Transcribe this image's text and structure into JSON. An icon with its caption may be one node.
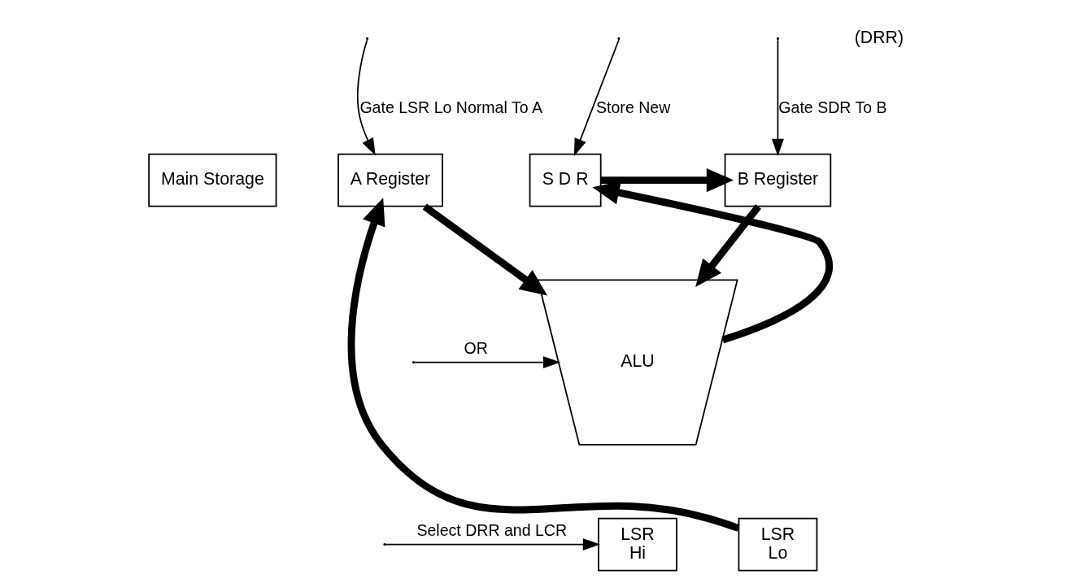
{
  "diagram": {
    "nodes": [
      {
        "text": [
          "Main Storage"
        ]
      },
      {
        "text": [
          "S D R"
        ]
      },
      {
        "text": [
          "B Register"
        ]
      },
      {
        "text": [
          "A Register"
        ]
      },
      {
        "text": [
          "ALU"
        ]
      },
      {
        "text": [
          "LSR",
          "Hi"
        ]
      },
      {
        "text": [
          "LSR",
          "Lo"
        ]
      }
    ],
    "edges": [
      {
        "from": null,
        "to": 2,
        "arrow": "to",
        "label": "Gate SDR To B"
      },
      {
        "from": null,
        "to": 3,
        "arrow": "to",
        "label": "Gate LSR Lo Normal To A"
      },
      {
        "from": 1,
        "to": 2,
        "arrow": "to",
        "style": "thick"
      },
      {
        "from": null,
        "to": 1,
        "arrow": "to",
        "label": "Store New"
      },
      {
        "from": 2,
        "to": 4,
        "arrow": "to",
        "style": "thick"
      },
      {
        "from": 3,
        "to": 4,
        "arrow": "to",
        "style": "thick"
      },
      {
        "from": 4,
        "to": 1,
        "arrow": "to",
        "style": "thick"
      },
      {
        "from": null,
        "to": 4,
        "arrow": "to",
        "label": "OR"
      },
      {
        "from": null,
        "to": 5,
        "arrow": "to",
        "label": "Select DRR and LCR"
      },
      {
        "from": 6,
        "to": 3,
        "arrow": "to",
        "style": "thick"
      }
    ],
    "labels": [
      "(DRR)"
    ]
  }
}
